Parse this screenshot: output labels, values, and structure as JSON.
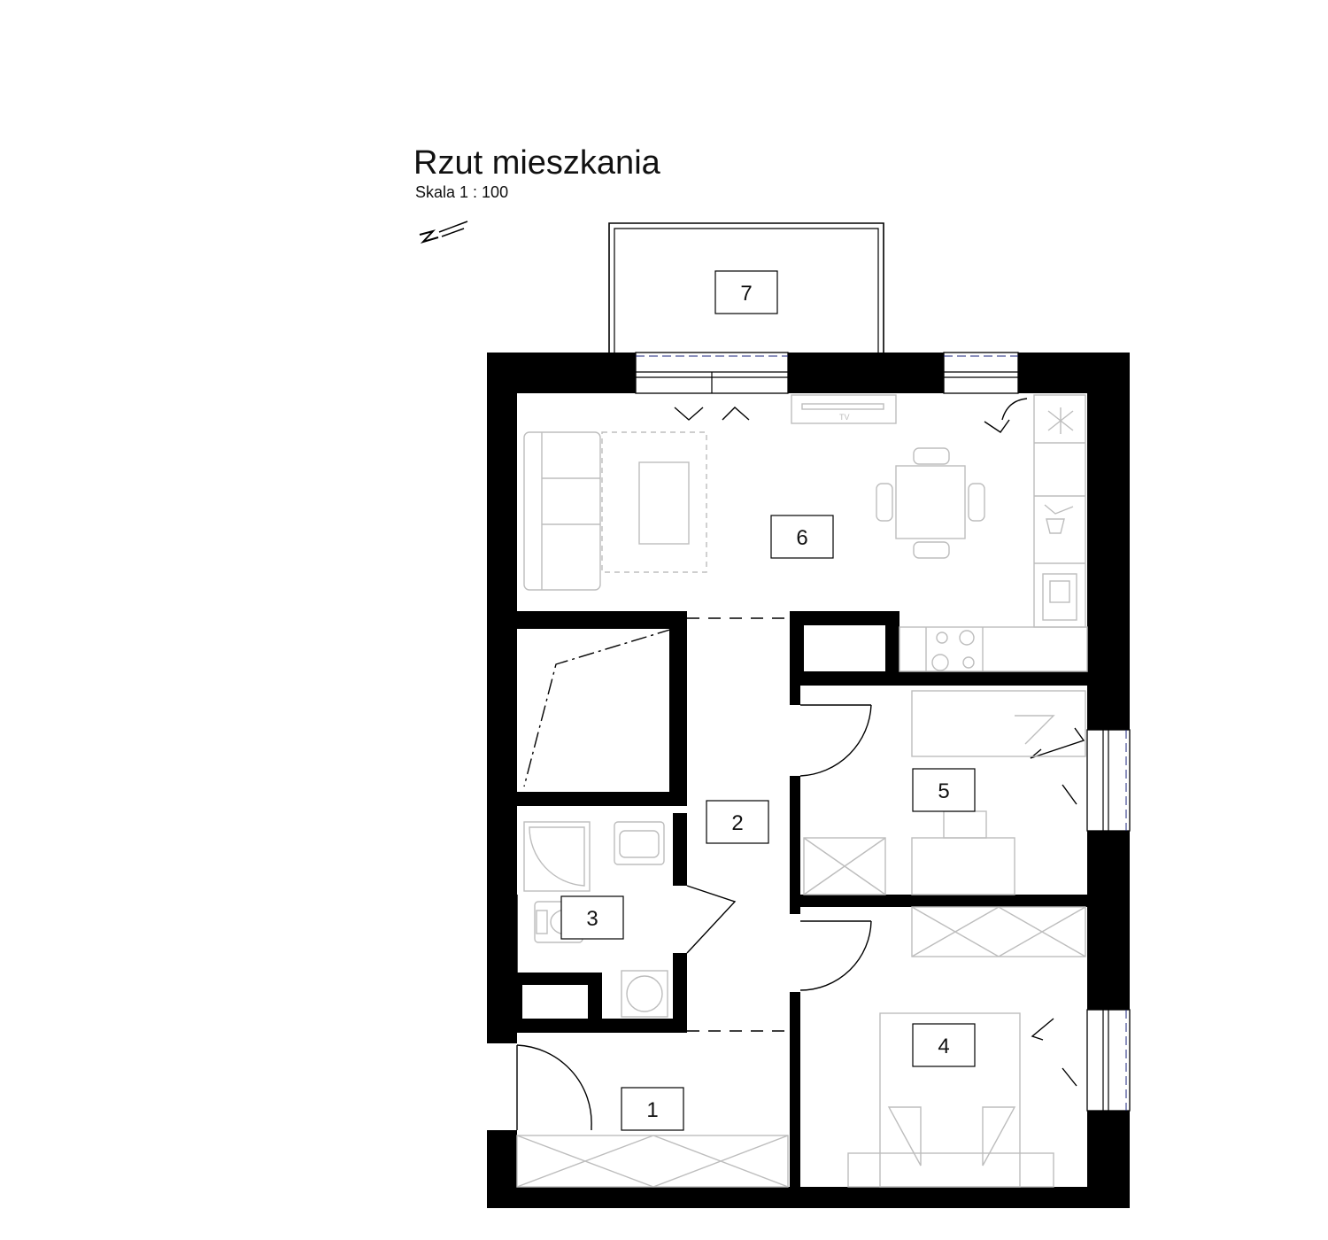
{
  "title": "Rzut mieszkania",
  "scale": "Skala  1 : 100",
  "north_symbol": "N",
  "tv_label": "TV",
  "rooms": [
    {
      "id": "1"
    },
    {
      "id": "2"
    },
    {
      "id": "3"
    },
    {
      "id": "4"
    },
    {
      "id": "5"
    },
    {
      "id": "6"
    },
    {
      "id": "7"
    }
  ],
  "colors": {
    "wall": "#000000",
    "furniture": "#bdbdbd",
    "window_accent": "#1a237e"
  }
}
